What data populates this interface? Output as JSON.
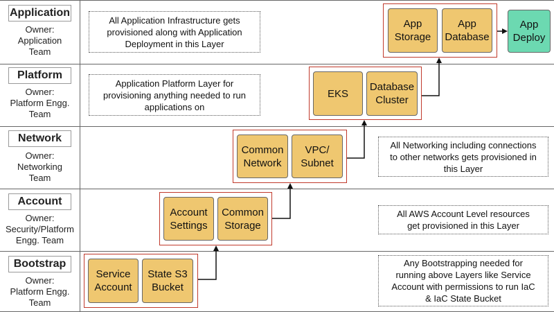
{
  "layers": [
    {
      "name": "Application",
      "owner": [
        "Owner:",
        "Application",
        "Team"
      ]
    },
    {
      "name": "Platform",
      "owner": [
        "Owner:",
        "Platform Engg.",
        "Team"
      ]
    },
    {
      "name": "Network",
      "owner": [
        "Owner:",
        "Networking",
        "Team"
      ]
    },
    {
      "name": "Account",
      "owner": [
        "Owner:",
        "Security/Platform",
        "Engg. Team"
      ]
    },
    {
      "name": "Bootstrap",
      "owner": [
        "Owner:",
        "Platform Engg.",
        "Team"
      ]
    }
  ],
  "notes": {
    "application": [
      "All Application Infrastructure gets",
      "provisioned along with Application",
      "Deployment in this Layer"
    ],
    "platform": [
      "Application Platform Layer for",
      "provisioning anything needed to run",
      "applications on"
    ],
    "network": [
      "All Networking including connections",
      "to other networks gets provisioned in",
      "this Layer"
    ],
    "account": [
      "All AWS Account Level resources",
      "get provisioned in this Layer"
    ],
    "bootstrap": [
      "Any Bootstrapping needed for",
      "running above Layers like Service",
      "Account with permissions to run IaC",
      "& IaC State Bucket"
    ]
  },
  "components": {
    "app_storage": [
      "App",
      "Storage"
    ],
    "app_database": [
      "App",
      "Database"
    ],
    "app_deploy": [
      "App",
      "Deploy"
    ],
    "eks": [
      "EKS"
    ],
    "database_cluster": [
      "Database",
      "Cluster"
    ],
    "common_network": [
      "Common",
      "Network"
    ],
    "vpc_subnet": [
      "VPC/",
      "Subnet"
    ],
    "account_settings": [
      "Account",
      "Settings"
    ],
    "common_storage": [
      "Common",
      "Storage"
    ],
    "service_account": [
      "Service",
      "Account"
    ],
    "state_s3_bucket": [
      "State S3",
      "Bucket"
    ]
  },
  "colors": {
    "component_fill": "#efc770",
    "deploy_fill": "#6cd9b1",
    "group_border": "#c0392b",
    "divider": "#666666"
  }
}
